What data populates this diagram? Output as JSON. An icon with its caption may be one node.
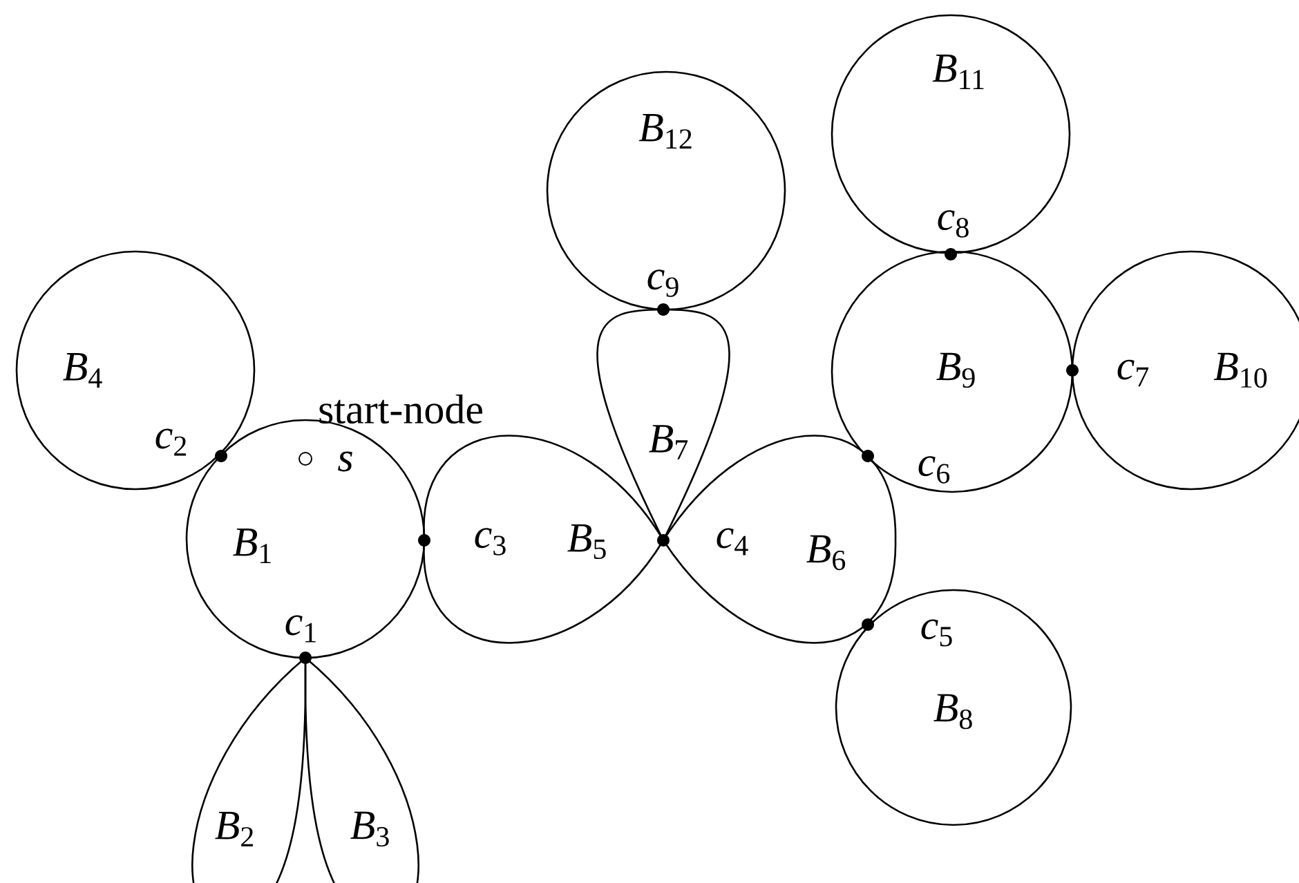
{
  "diagram": {
    "nodes": [
      {
        "text": [
          "*B*$_{1}$"
        ]
      },
      {
        "text": [
          "*B*$_{2}$"
        ]
      },
      {
        "text": [
          "*B*$_{3}$"
        ]
      },
      {
        "text": [
          "*B*$_{4}$"
        ]
      },
      {
        "text": [
          "*B*$_{5}$"
        ]
      },
      {
        "text": [
          "*B*$_{6}$"
        ]
      },
      {
        "text": [
          "*B*$_{7}$"
        ]
      },
      {
        "text": [
          "*B*$_{8}$"
        ]
      },
      {
        "text": [
          "*B*$_{9}$"
        ]
      },
      {
        "text": [
          "*B*$_{10}$"
        ]
      },
      {
        "text": [
          "*B*$_{11}$"
        ]
      },
      {
        "text": [
          "*B*$_{12}$"
        ]
      },
      {
        "text": [],
        "shape": "circle",
        "in": 0,
        "beside": [
          "*s*",
          "start-node"
        ]
      }
    ],
    "labels": [
      "*c*$_{8}$",
      "*c*$_{9}$",
      "*c*$_{7}$",
      "*c*$_{2}$",
      "*c*$_{6}$",
      "*c*$_{3}$",
      "*c*$_{4}$",
      "*c*$_{5}$",
      "*c*$_{1}$"
    ]
  }
}
